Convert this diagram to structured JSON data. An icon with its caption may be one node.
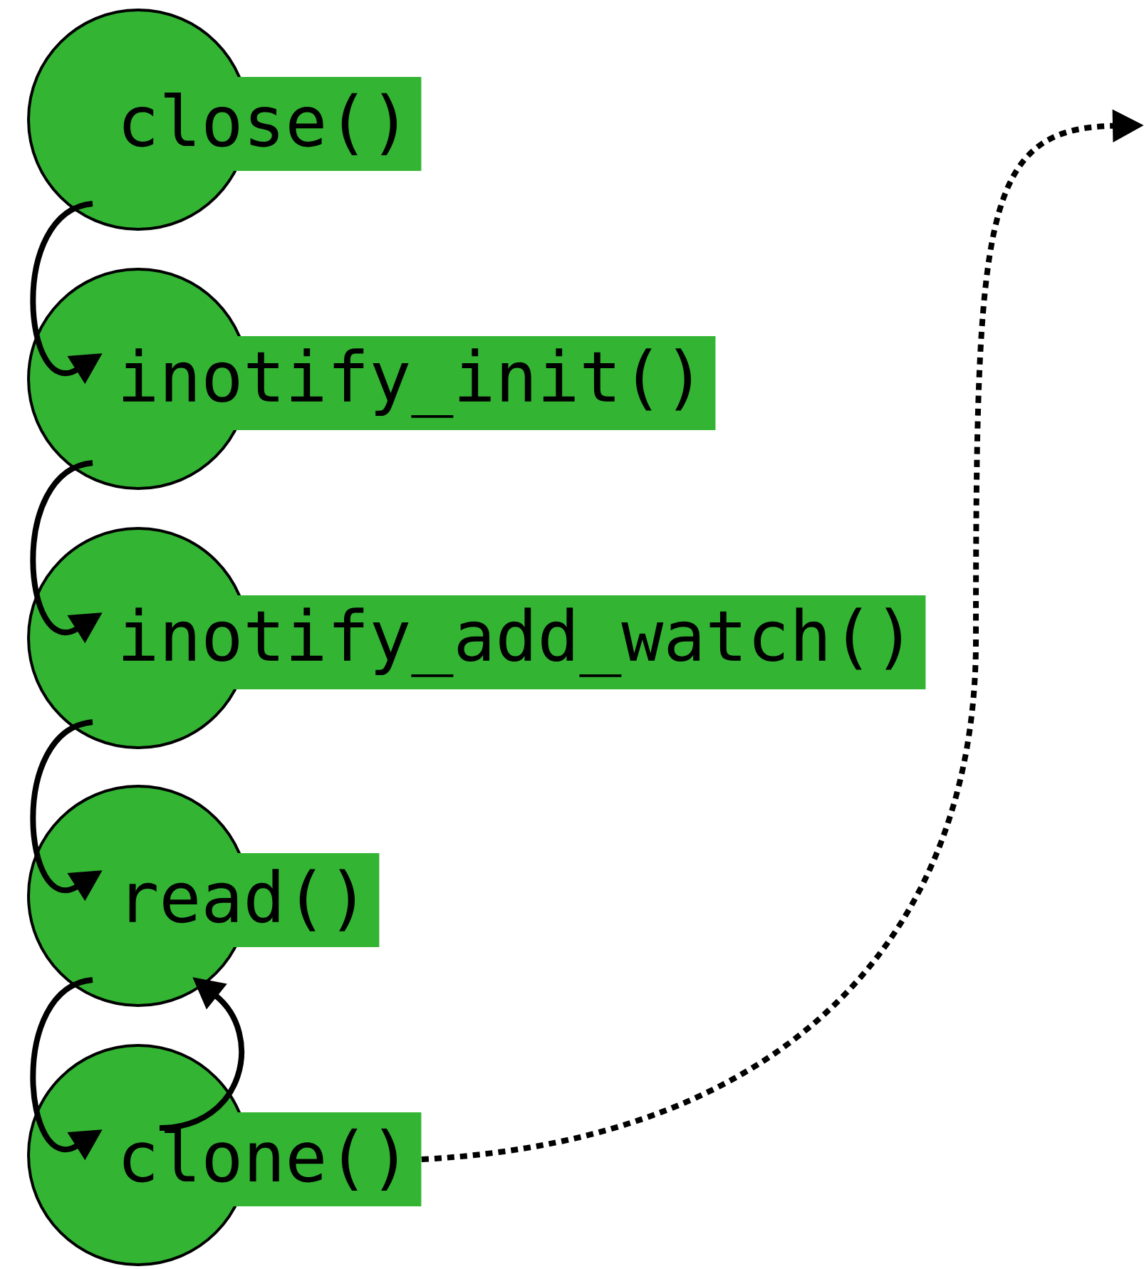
{
  "diagram": {
    "nodes": [
      {
        "text": [
          "close()"
        ]
      },
      {
        "text": [
          "inotify_init()"
        ]
      },
      {
        "text": [
          "inotify_add_watch()"
        ]
      },
      {
        "text": [
          "read()"
        ]
      },
      {
        "text": [
          "clone()"
        ]
      }
    ],
    "edges": [
      {
        "from": 0,
        "to": 1,
        "arrow": "to"
      },
      {
        "from": 1,
        "to": 2,
        "arrow": "to"
      },
      {
        "from": 2,
        "to": 3,
        "arrow": "to"
      },
      {
        "from": 3,
        "to": 4,
        "arrow": "to"
      },
      {
        "from": 4,
        "to": 3,
        "arrow": "to"
      },
      {
        "from": 4,
        "to": null,
        "arrow": "to",
        "style": "dashed"
      }
    ]
  }
}
